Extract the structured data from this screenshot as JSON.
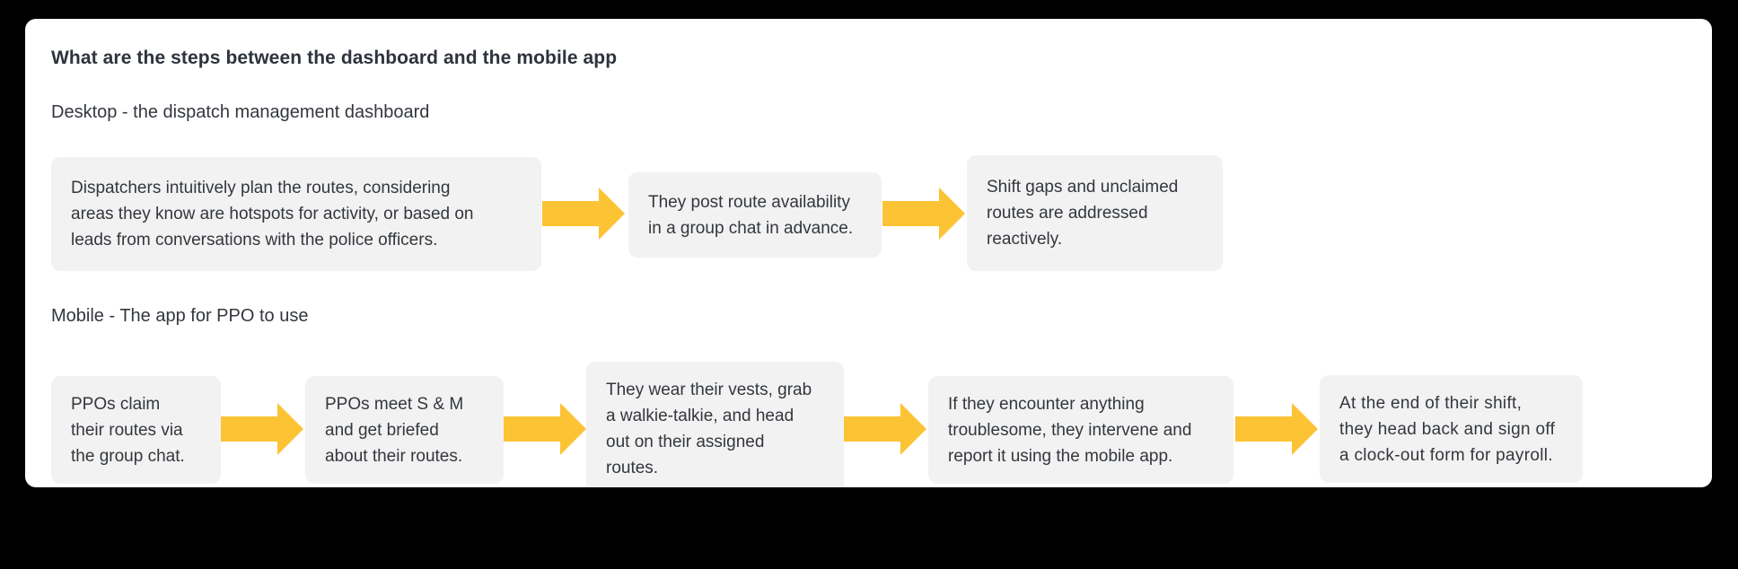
{
  "colors": {
    "background": "#000000",
    "card": "#ffffff",
    "box": "#F2F2F2",
    "arrow": "#FCC335",
    "title_text": "#2E333C",
    "body_text": "#33373D"
  },
  "title": "What are the steps between the dashboard and the mobile app",
  "sections": [
    {
      "label": "Desktop - the dispatch management dashboard",
      "steps": [
        {
          "text": "Dispatchers intuitively plan the routes, considering\nareas they know are hotspots for activity, or based on\nleads from conversations with the police officers."
        },
        {
          "text": "They post route availability\nin a group chat in advance."
        },
        {
          "text": "Shift gaps and unclaimed\nroutes are addressed\nreactively."
        }
      ]
    },
    {
      "label": "Mobile - The app for PPO to use",
      "steps": [
        {
          "text": "PPOs claim\ntheir routes via\nthe group chat."
        },
        {
          "text": "PPOs meet S & M\nand get briefed\nabout their routes."
        },
        {
          "text": "They wear their vests, grab\na walkie-talkie, and head\nout on their assigned\nroutes."
        },
        {
          "text": "If they encounter anything\ntroublesome, they intervene and\nreport it using the mobile app."
        },
        {
          "text": "At the end of their shift,\nthey head back and sign off\na clock-out form for payroll."
        }
      ]
    }
  ]
}
